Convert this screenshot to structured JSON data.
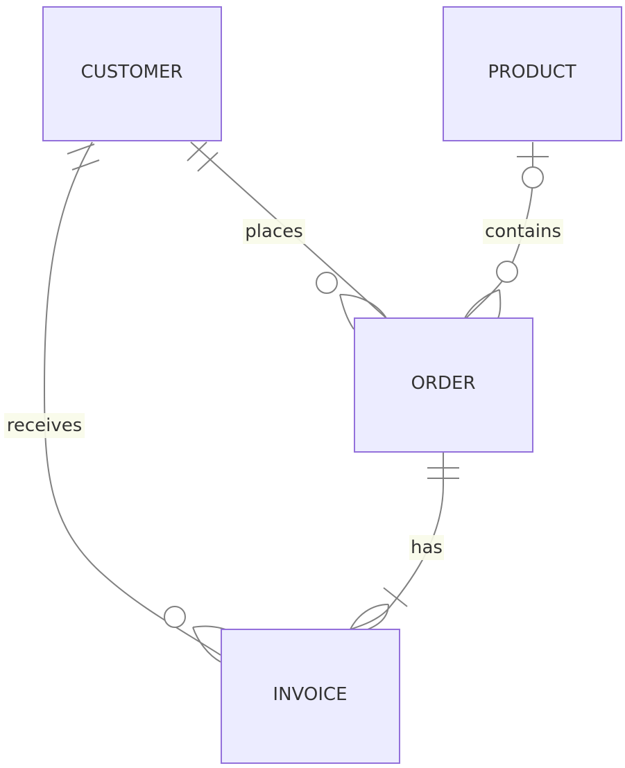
{
  "entities": {
    "customer": "CUSTOMER",
    "product": "PRODUCT",
    "order": "ORDER",
    "invoice": "INVOICE"
  },
  "relationships": {
    "places": "places",
    "contains": "contains",
    "receives": "receives",
    "has": "has"
  },
  "colors": {
    "entity_fill": "#ececff",
    "entity_border": "#9370db",
    "line": "#808080",
    "label_background": "#f8fbe9"
  }
}
